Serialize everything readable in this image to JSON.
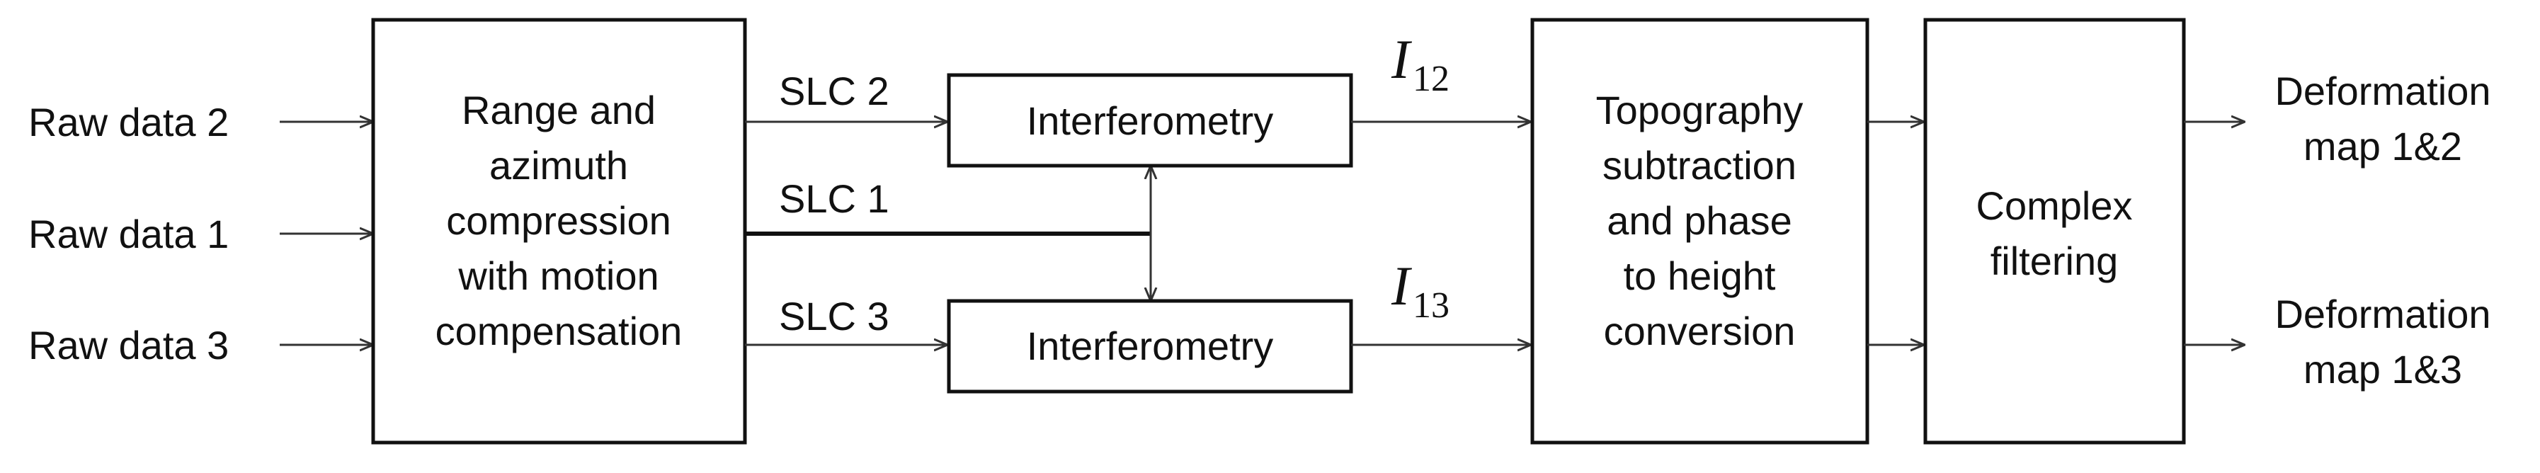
{
  "inputs": {
    "raw2": "Raw data 2",
    "raw1": "Raw data 1",
    "raw3": "Raw data 3"
  },
  "compression_box": {
    "lines": [
      "Range and",
      "azimuth",
      "compression",
      "with motion",
      "compensation"
    ]
  },
  "slc": {
    "slc2": "SLC 2",
    "slc1": "SLC 1",
    "slc3": "SLC 3"
  },
  "interferometry_top": "Interferometry",
  "interferometry_bottom": "Interferometry",
  "interferograms": {
    "top": {
      "base": "I",
      "sub": "12"
    },
    "bottom": {
      "base": "I",
      "sub": "13"
    }
  },
  "topography_box": {
    "lines": [
      "Topography",
      "subtraction",
      "and phase",
      "to height",
      "conversion"
    ]
  },
  "filtering_box": {
    "lines": [
      "Complex",
      "filtering"
    ]
  },
  "outputs": {
    "top": [
      "Deformation",
      "map 1&2"
    ],
    "bottom": [
      "Deformation",
      "map 1&3"
    ]
  }
}
